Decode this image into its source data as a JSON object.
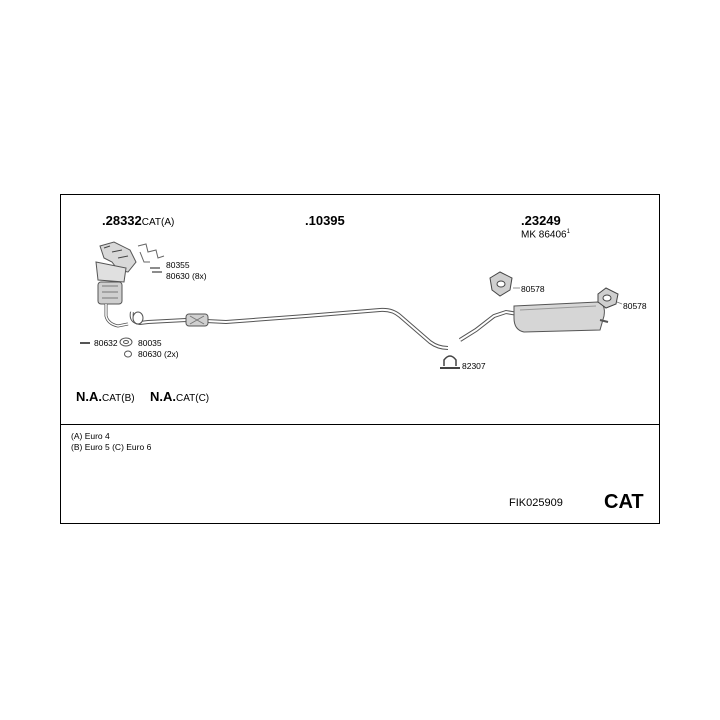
{
  "parts": {
    "p28332": {
      "num": ".28332",
      "suffix": "CAT(A)"
    },
    "p10395": {
      "num": ".10395"
    },
    "p23249": {
      "num": ".23249"
    },
    "mk": {
      "label": "MK 86406",
      "sup": "1"
    },
    "p80355": "80355",
    "p80630a": "80630 (8x)",
    "p80632": "80632",
    "p80035": "80035",
    "p80630b": "80630 (2x)",
    "p82307": "82307",
    "p80578a": "80578",
    "p80578b": "80578",
    "nacatb": {
      "num": "N.A.",
      "suffix": "CAT(B)"
    },
    "nacatc": {
      "num": "N.A.",
      "suffix": "CAT(C)"
    }
  },
  "notes": {
    "a": "(A) Euro 4",
    "bc": "(B) Euro 5 (C) Euro 6"
  },
  "footer": {
    "code": "FIK025909",
    "cat": "CAT"
  }
}
